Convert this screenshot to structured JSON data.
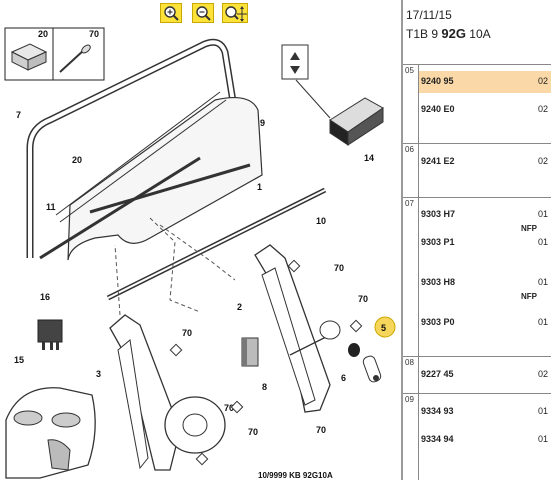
{
  "toolbar": {
    "zoom_in_icon": "zoom-in-icon",
    "zoom_out_icon": "zoom-out-icon",
    "zoom_move_icon": "zoom-move-icon",
    "accent": "#fde23a"
  },
  "header": {
    "date": "17/11/15",
    "code_prefix": "T1B 9",
    "code_bold": "92G",
    "code_suffix": "10A"
  },
  "diagram": {
    "box_a": "20",
    "box_b": "70",
    "callouts": [
      "7",
      "9",
      "20",
      "1",
      "11",
      "10",
      "14",
      "16",
      "70",
      "70",
      "2",
      "70",
      "5",
      "8",
      "6",
      "15",
      "3",
      "70",
      "70",
      "70"
    ],
    "highlight_color": "#f5d55a",
    "footer_text": "10/9999    KB 92G10A"
  },
  "parts": [
    {
      "group": "05",
      "items": [
        {
          "ref": "9240 95",
          "qty": "02",
          "selected": true
        },
        {
          "ref": "9240 E0",
          "qty": "02"
        }
      ]
    },
    {
      "group": "06",
      "items": [
        {
          "ref": "9241 E2",
          "qty": "02"
        }
      ]
    },
    {
      "group": "07",
      "items": [
        {
          "ref": "9303 H7",
          "qty": "01",
          "note": "NFP"
        },
        {
          "ref": "9303 P1",
          "qty": "01"
        },
        {
          "ref": "9303 H8",
          "qty": "01",
          "note": "NFP"
        },
        {
          "ref": "9303 P0",
          "qty": "01"
        }
      ]
    },
    {
      "group": "08",
      "items": [
        {
          "ref": "9227 45",
          "qty": "02"
        }
      ]
    },
    {
      "group": "09",
      "items": [
        {
          "ref": "9334 93",
          "qty": "01"
        },
        {
          "ref": "9334 94",
          "qty": "01"
        }
      ]
    }
  ],
  "selected_color": "#fbd8a8"
}
